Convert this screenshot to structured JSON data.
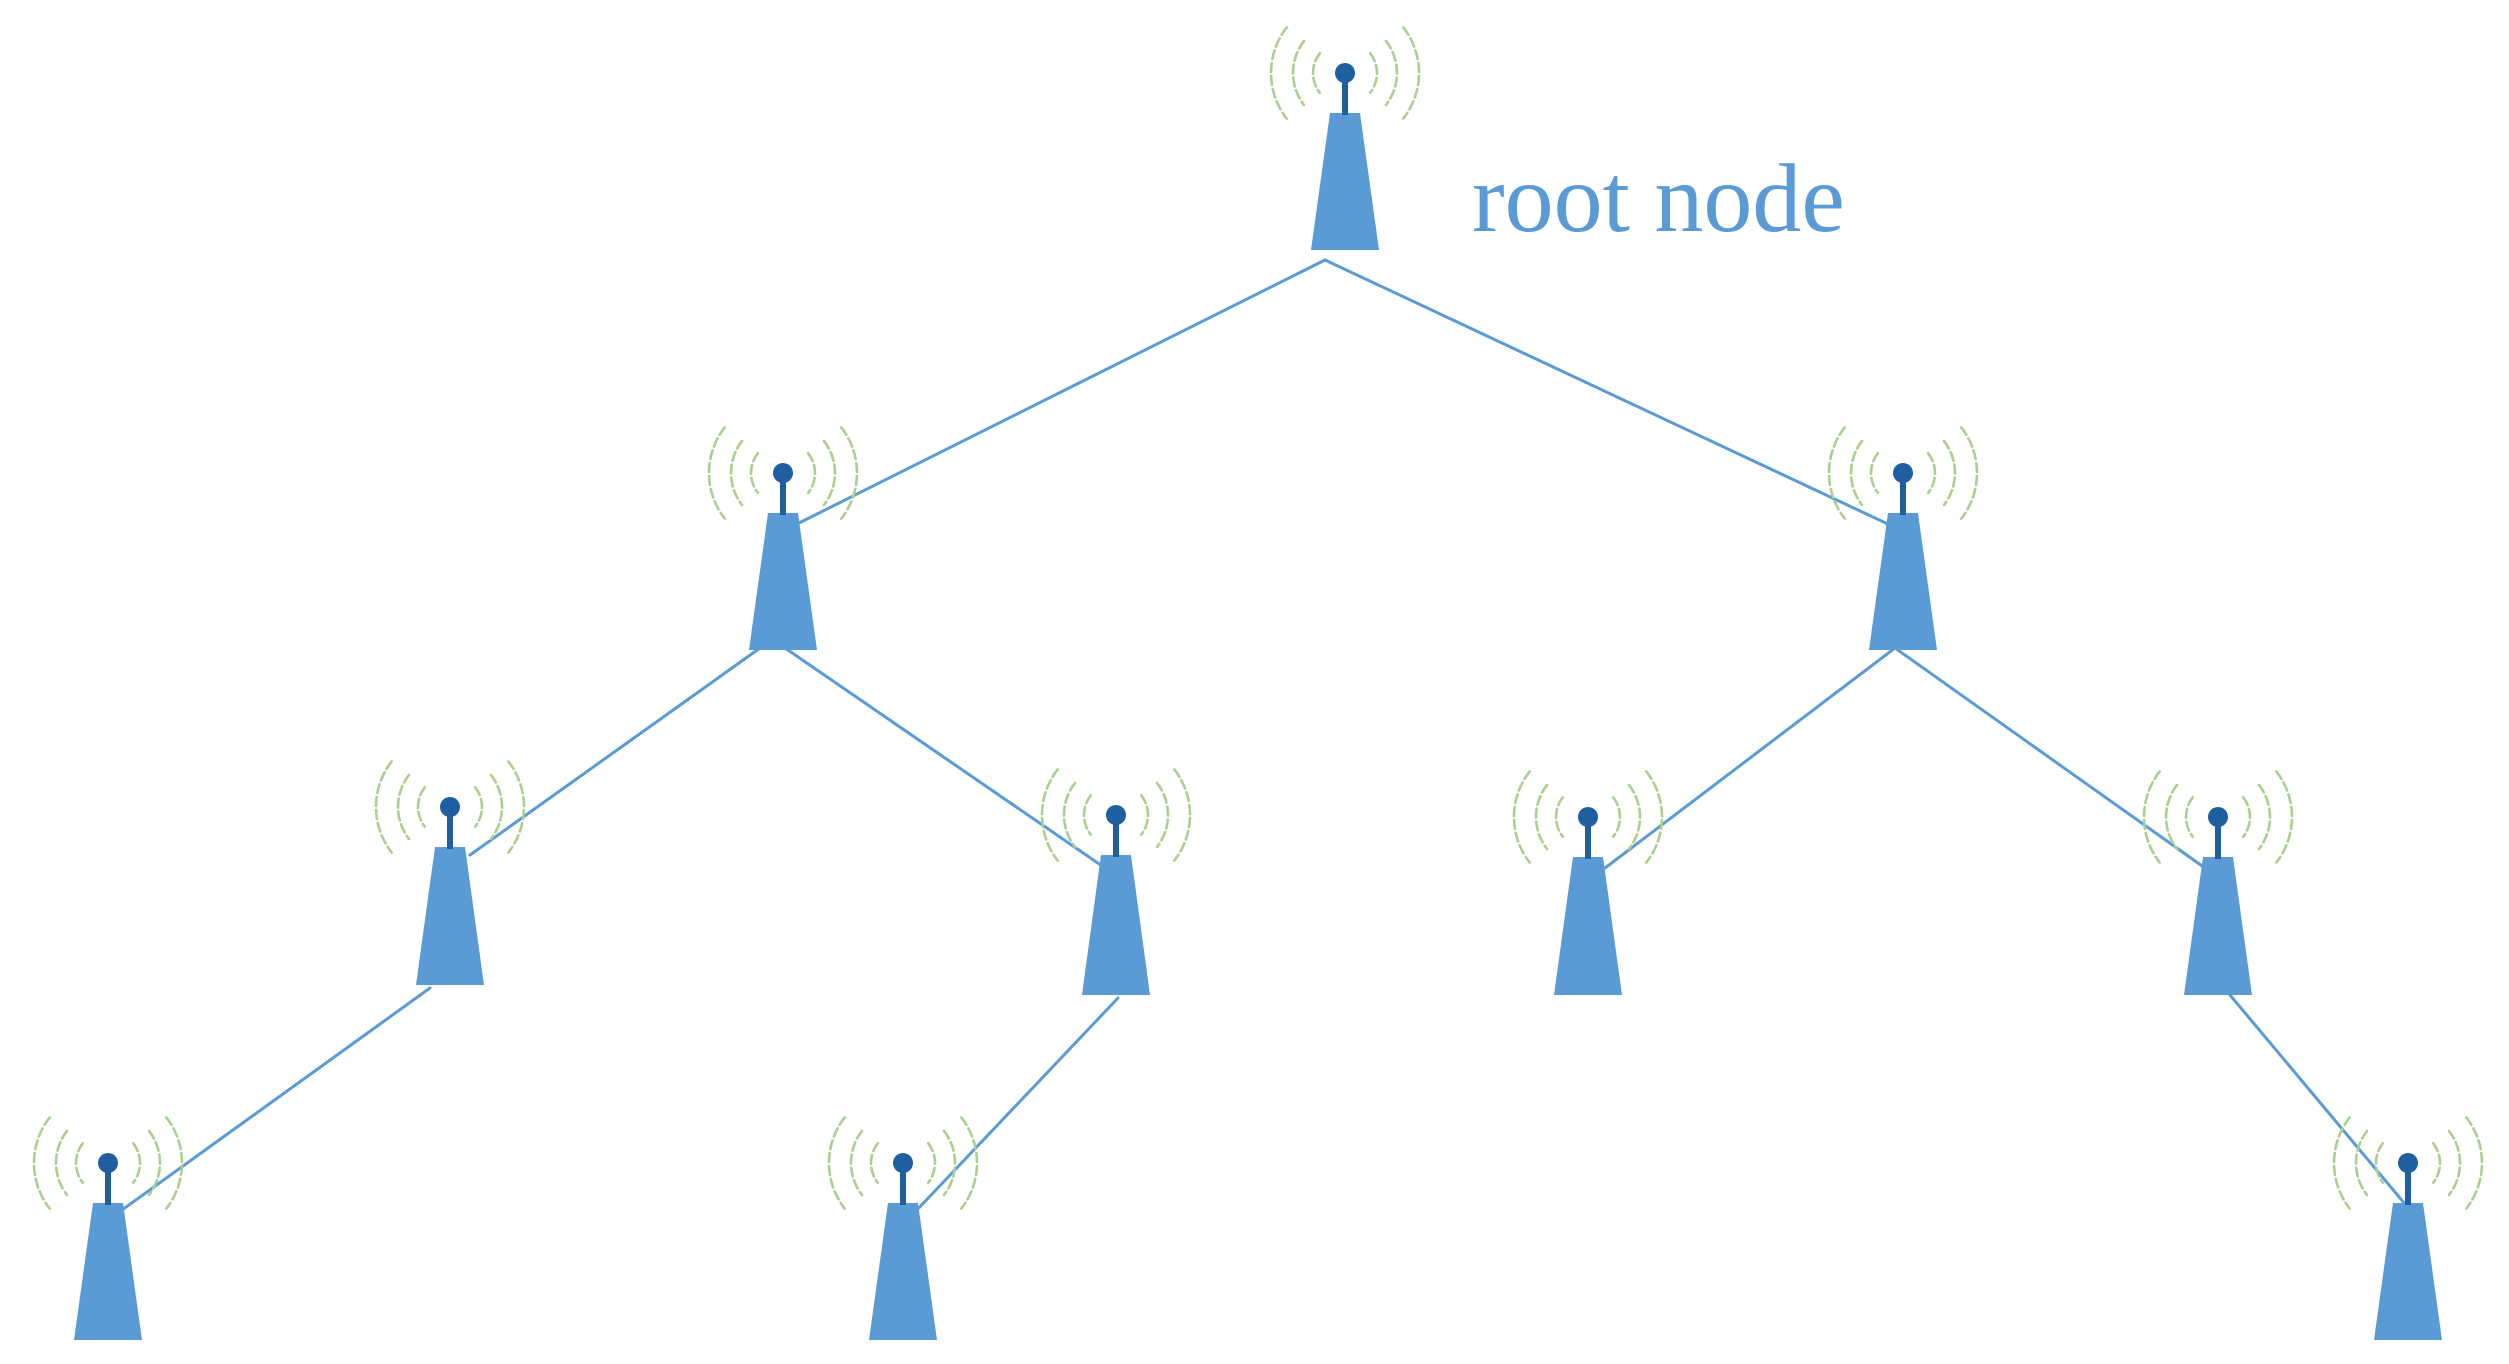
{
  "diagram": {
    "root_label": "root node",
    "colors": {
      "tower": "#5b9bd5",
      "antenna_head": "#1f5f9f",
      "signal_wave": "#a9d18e",
      "link": "#5b9bd5",
      "label": "#5b9bd5",
      "background": "#ffffff"
    },
    "nodes": [
      {
        "id": "root",
        "icon": "antenna-tower-icon"
      },
      {
        "id": "l1-left",
        "icon": "antenna-tower-icon"
      },
      {
        "id": "l1-right",
        "icon": "antenna-tower-icon"
      },
      {
        "id": "l2-a",
        "icon": "antenna-tower-icon"
      },
      {
        "id": "l2-b",
        "icon": "antenna-tower-icon"
      },
      {
        "id": "l2-c",
        "icon": "antenna-tower-icon"
      },
      {
        "id": "l2-d",
        "icon": "antenna-tower-icon"
      },
      {
        "id": "l3-a",
        "icon": "antenna-tower-icon"
      },
      {
        "id": "l3-b",
        "icon": "antenna-tower-icon"
      },
      {
        "id": "l3-d",
        "icon": "antenna-tower-icon"
      }
    ],
    "edges": [
      {
        "from": "root",
        "to": "l1-left"
      },
      {
        "from": "root",
        "to": "l1-right"
      },
      {
        "from": "l1-left",
        "to": "l2-a"
      },
      {
        "from": "l1-left",
        "to": "l2-b"
      },
      {
        "from": "l1-right",
        "to": "l2-c"
      },
      {
        "from": "l1-right",
        "to": "l2-d"
      },
      {
        "from": "l2-a",
        "to": "l3-a"
      },
      {
        "from": "l2-b",
        "to": "l3-b"
      },
      {
        "from": "l2-d",
        "to": "l3-d"
      }
    ]
  }
}
